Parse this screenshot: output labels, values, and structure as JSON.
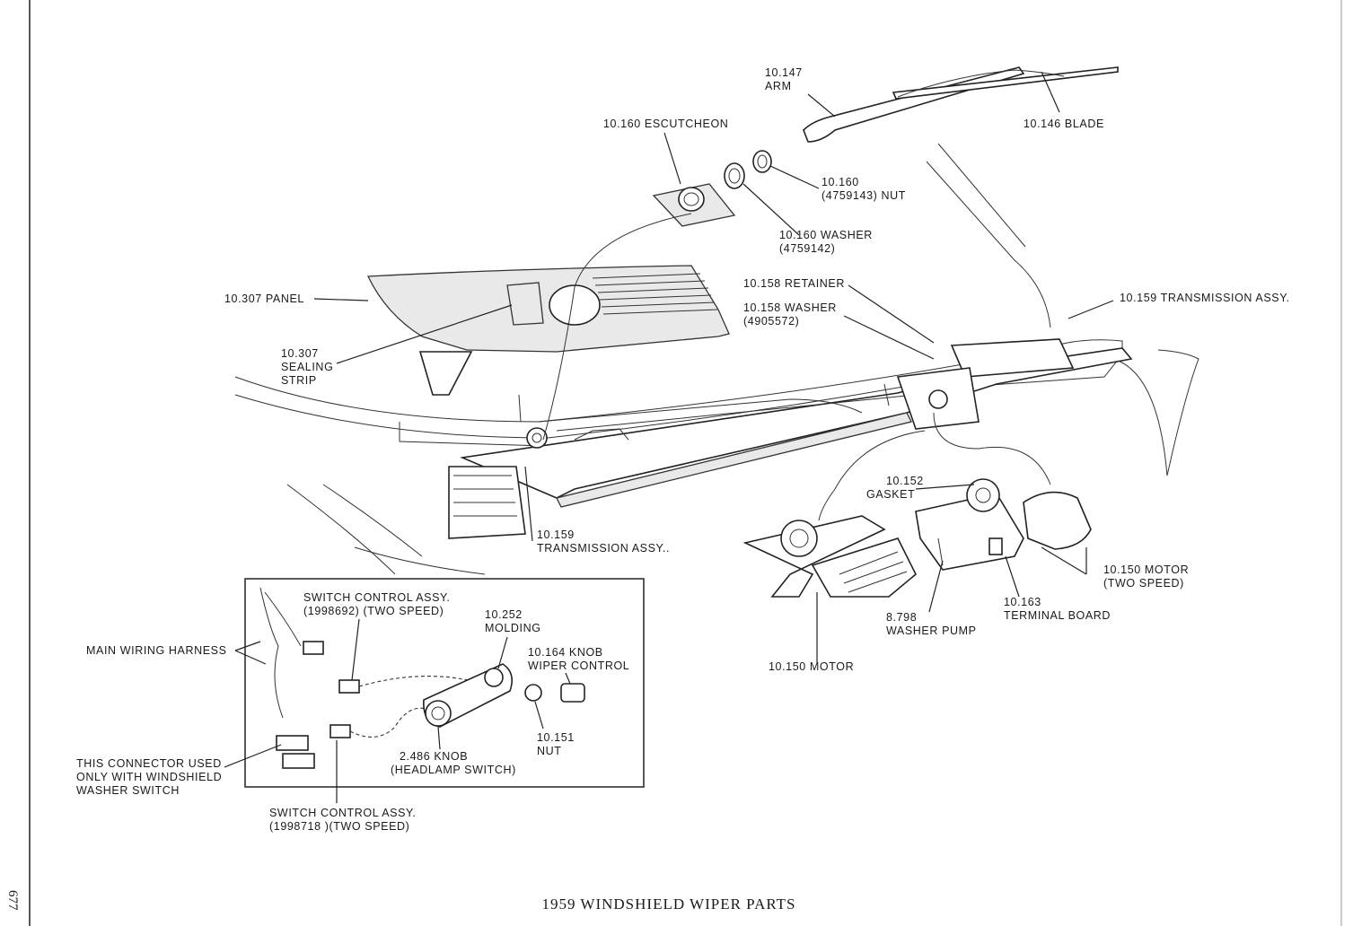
{
  "diagram": {
    "caption": "1959 WINDSHIELD WIPER PARTS",
    "page_number": "677"
  },
  "labels": {
    "arm": [
      "10.147",
      "ARM"
    ],
    "blade": "10.146 BLADE",
    "escutcheon": "10.160 ESCUTCHEON",
    "nut": [
      "10.160",
      "(4759143) NUT"
    ],
    "washer": [
      "10.160 WASHER",
      "(4759142)"
    ],
    "panel": "10.307 PANEL",
    "sealing_strip": [
      "10.307",
      "SEALING",
      "STRIP"
    ],
    "retainer": "10.158 RETAINER",
    "washer_158": [
      "10.158 WASHER",
      "(4905572)"
    ],
    "transmission_right": "10.159 TRANSMISSION ASSY.",
    "transmission_left": [
      "10.159",
      "TRANSMISSION ASSY.."
    ],
    "gasket": [
      "10.152",
      "GASKET"
    ],
    "motor_two_speed": [
      "10.150 MOTOR",
      "(TWO SPEED)"
    ],
    "terminal_board": [
      "10.163",
      "TERMINAL BOARD"
    ],
    "washer_pump": [
      "8.798",
      "WASHER PUMP"
    ],
    "motor": "10.150 MOTOR",
    "switch_control_top": [
      "SWITCH CONTROL ASSY.",
      "(1998692) (TWO SPEED)"
    ],
    "molding": [
      "10.252",
      "MOLDING"
    ],
    "knob_wiper": [
      "10.164 KNOB",
      "WIPER CONTROL"
    ],
    "main_harness": "MAIN WIRING HARNESS",
    "nut_151": [
      "10.151",
      "NUT"
    ],
    "knob_headlamp": [
      "2.486 KNOB",
      "(HEADLAMP SWITCH)"
    ],
    "connector_note": [
      "THIS CONNECTOR USED",
      "ONLY WITH WINDSHIELD",
      "WASHER SWITCH"
    ],
    "switch_control_bottom": [
      "SWITCH CONTROL ASSY.",
      "(1998718 )(TWO SPEED)"
    ]
  }
}
